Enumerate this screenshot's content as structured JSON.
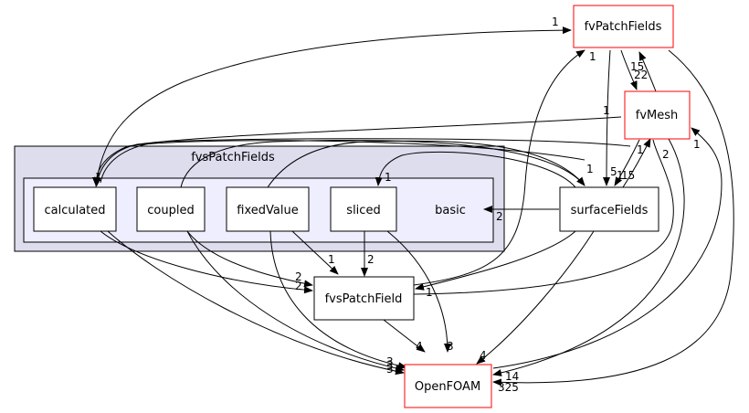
{
  "outer_cluster": {
    "label": "fvsPatchFields"
  },
  "inner_cluster": {
    "label": "basic"
  },
  "nodes": {
    "calculated": "calculated",
    "coupled": "coupled",
    "fixedValue": "fixedValue",
    "sliced": "sliced",
    "fvPatchFields": "fvPatchFields",
    "fvMesh": "fvMesh",
    "surfaceFields": "surfaceFields",
    "fvsPatchField": "fvsPatchField",
    "OpenFOAM": "OpenFOAM"
  },
  "edge_labels": {
    "calc_fvpf": "1",
    "fvpf_calc": "1",
    "calc_fvs": "2",
    "calc_of": "3",
    "coupled_fvs": "2",
    "coupled_of": "3",
    "fixed_fvs": "1",
    "fixed_of": "3",
    "sliced_fvs": "2",
    "sliced_of": "3",
    "fvs_of": "4",
    "fvs_fvpf": "1",
    "fvs_sliced": "1",
    "sf_basic": "2",
    "sf_of": "4",
    "sf_fvpf": "5",
    "sf_mesh": "1",
    "sf_fvs": "1",
    "mesh_fvpf": "15",
    "fvpf_mesh": "22",
    "mesh_sf": "15",
    "mesh_sf2": "2",
    "mesh_of": "14",
    "fvpf_of": "325",
    "of_mesh": "1",
    "mesh_in": "1",
    "basic_sf": "1"
  },
  "colors": {
    "cluster_outer_fill": "#ddddee",
    "cluster_inner_fill": "#eeeeff",
    "highlight_border": "#ff0000",
    "node_border": "#000000"
  }
}
